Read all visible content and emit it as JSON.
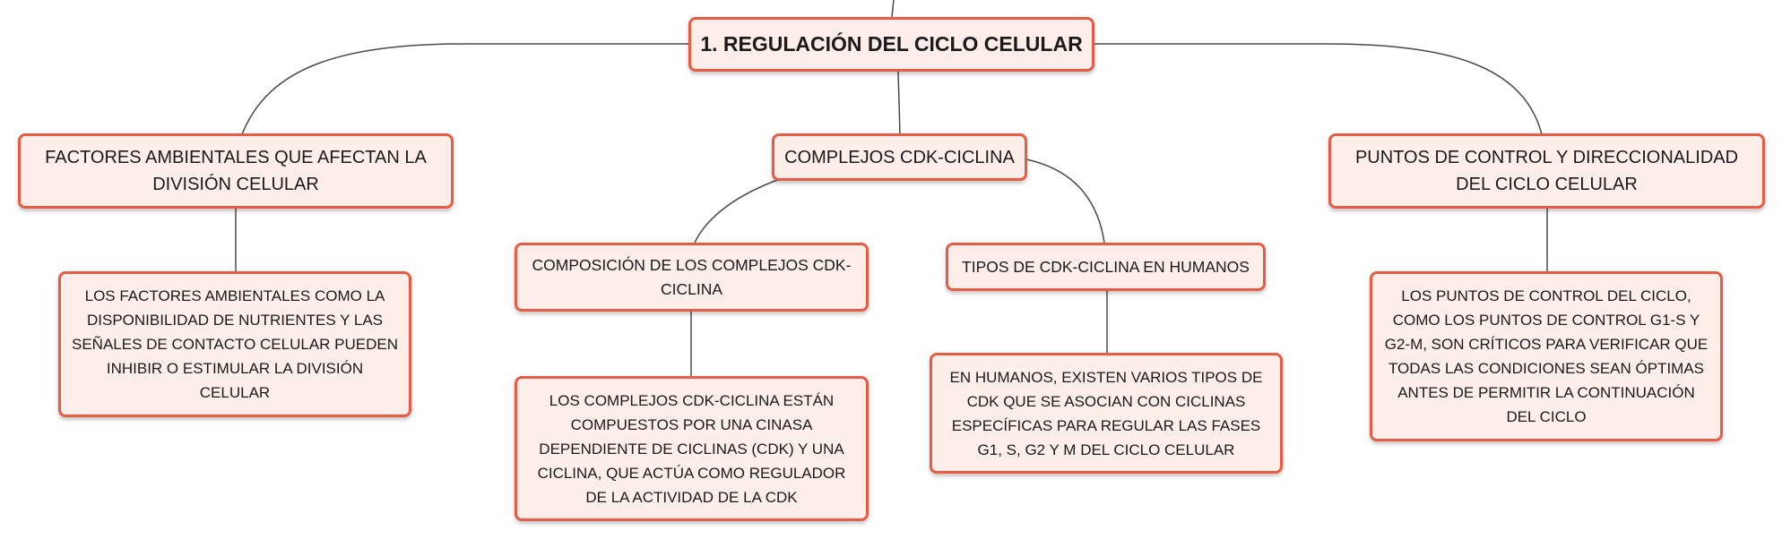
{
  "map": {
    "root": {
      "label": "1. REGULACIÓN DEL CICLO CELULAR"
    },
    "topics": [
      {
        "label": "FACTORES AMBIENTALES QUE AFECTAN LA DIVISIÓN CELULAR",
        "children": [
          {
            "label": "LOS FACTORES AMBIENTALES COMO LA DISPONIBILIDAD DE NUTRIENTES Y LAS SEÑALES DE CONTACTO CELULAR PUEDEN INHIBIR O ESTIMULAR LA DIVISIÓN CELULAR"
          }
        ]
      },
      {
        "label": "COMPLEJOS CDK-CICLINA",
        "children": [
          {
            "label": "COMPOSICIÓN DE LOS COMPLEJOS CDK-CICLINA",
            "children": [
              {
                "label": "LOS COMPLEJOS CDK-CICLINA ESTÁN COMPUESTOS POR UNA CINASA DEPENDIENTE DE CICLINAS (CDK) Y UNA CICLINA, QUE ACTÚA COMO REGULADOR DE LA ACTIVIDAD DE LA CDK"
              }
            ]
          },
          {
            "label": "TIPOS DE CDK-CICLINA EN HUMANOS",
            "children": [
              {
                "label": "EN HUMANOS, EXISTEN VARIOS TIPOS DE CDK QUE SE ASOCIAN CON CICLINAS ESPECÍFICAS PARA REGULAR LAS FASES G1, S, G2 Y M DEL CICLO CELULAR"
              }
            ]
          }
        ]
      },
      {
        "label": "PUNTOS DE CONTROL Y DIRECCIONALIDAD DEL CICLO CELULAR",
        "children": [
          {
            "label": "LOS PUNTOS DE CONTROL DEL CICLO, COMO LOS PUNTOS DE CONTROL G1-S Y G2-M, SON CRÍTICOS PARA VERIFICAR QUE TODAS LAS CONDICIONES SEAN ÓPTIMAS ANTES DE PERMITIR LA CONTINUACIÓN DEL CICLO"
          }
        ]
      }
    ]
  },
  "colors": {
    "node_fill": "#fdeeea",
    "node_border": "#e85c46",
    "connector": "#4a4a4a"
  }
}
